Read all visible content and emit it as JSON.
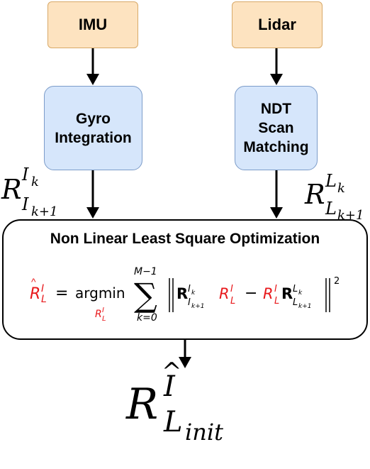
{
  "nodes": {
    "imu": "IMU",
    "lidar": "Lidar",
    "gyro": [
      "Gyro",
      "Integration"
    ],
    "ndt": [
      "NDT",
      "Scan",
      "Matching"
    ],
    "optimization_title": "Non Linear Least Square Optimization"
  },
  "labels": {
    "left_rotation": {
      "base": "R",
      "sup": "I",
      "sup_sub": "k",
      "sub": "I",
      "sub_sub": "k+1"
    },
    "right_rotation": {
      "base": "R",
      "sup": "L",
      "sup_sub": "k",
      "sub": "L",
      "sub_sub": "k+1"
    },
    "output": {
      "base": "R",
      "sup": "I",
      "sub": "L",
      "sub_sub": "init"
    }
  },
  "equation": {
    "lhs_base": "R",
    "lhs_sup": "I",
    "lhs_sub": "L",
    "equals": "=",
    "argmin": "argmin",
    "argmin_var": "R",
    "argmin_var_sup": "I",
    "argmin_var_sub": "L",
    "sum_upper": "M−1",
    "sum_lower": "k=0",
    "minus": "−",
    "squared": "2"
  },
  "colors": {
    "source_fill": "#fde3c0",
    "process_fill": "#d6e6fb",
    "highlight": "#e8191c"
  }
}
